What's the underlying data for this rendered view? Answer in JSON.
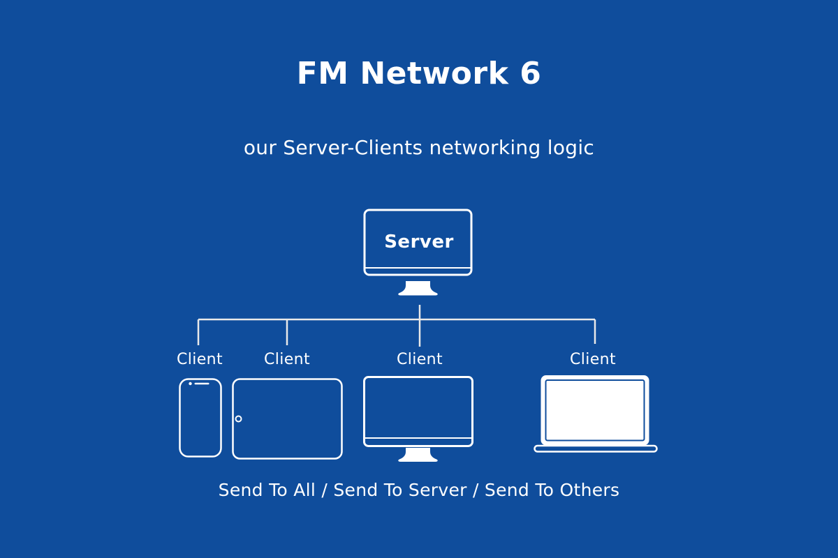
{
  "page": {
    "background_color": "#0f4d9c",
    "foreground_color": "#ffffff",
    "connector_color": "#e9e9e9"
  },
  "header": {
    "title": "FM Network 6",
    "subtitle": "our Server-Clients networking logic"
  },
  "diagram": {
    "server": {
      "label": "Server",
      "icon": "desktop-monitor-icon"
    },
    "clients": [
      {
        "label": "Client",
        "icon": "smartphone-icon"
      },
      {
        "label": "Client",
        "icon": "tablet-icon"
      },
      {
        "label": "Client",
        "icon": "desktop-monitor-icon"
      },
      {
        "label": "Client",
        "icon": "laptop-icon"
      }
    ]
  },
  "footer": {
    "caption": "Send To All / Send To Server / Send To Others"
  }
}
